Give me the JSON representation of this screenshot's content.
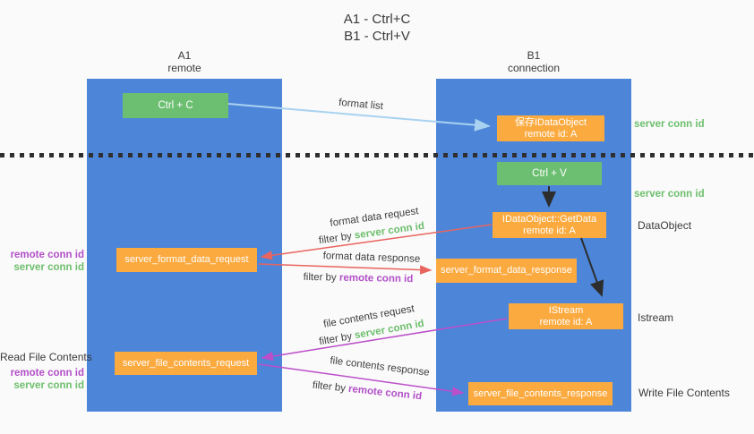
{
  "title": {
    "line1": "A1 - Ctrl+C",
    "line2": "B1 - Ctrl+V"
  },
  "lanes": {
    "left": {
      "title": "A1",
      "subtitle": "remote"
    },
    "right": {
      "title": "B1",
      "subtitle": "connection"
    }
  },
  "nodes": {
    "ctrl_c": {
      "label": "Ctrl + C"
    },
    "ctrl_v": {
      "label": "Ctrl + V"
    },
    "save_dataobject": {
      "line1": "保存IDataObject",
      "line2": "remote id: A"
    },
    "getdata": {
      "line1": "IDataObject::GetData",
      "line2": "remote id: A"
    },
    "istream": {
      "line1": "IStream",
      "line2": "remote id: A"
    },
    "format_request": {
      "label": "server_format_data_request"
    },
    "format_response": {
      "label": "server_format_data_response"
    },
    "file_request": {
      "label": "server_file_contents_request"
    },
    "file_response": {
      "label": "server_file_contents_response"
    }
  },
  "side_labels": {
    "server_conn_id_top": "server conn id",
    "server_conn_id_mid": "server conn id",
    "dataobject": "DataObject",
    "istream": "Istream",
    "write_file_contents": "Write File Contents",
    "read_file_contents": "Read File Contents",
    "left_pair1": {
      "remote": "remote conn id",
      "server": "server conn id"
    },
    "left_pair2": {
      "remote": "remote conn id",
      "server": "server conn id"
    }
  },
  "arrow_labels": {
    "format_list": "format list",
    "format_data_request": "format data request",
    "format_data_request_filter": {
      "prefix": "filter by ",
      "value": "server conn id"
    },
    "format_data_response": "format data response",
    "format_data_response_filter": {
      "prefix": "filter by ",
      "value": "remote conn id"
    },
    "file_contents_request": "file contents request",
    "file_contents_request_filter": {
      "prefix": "filter by ",
      "value": "server conn id"
    },
    "file_contents_response": "file contents response",
    "file_contents_response_filter": {
      "prefix": "filter by ",
      "value": "remote conn id"
    }
  },
  "colors": {
    "background": "#fafafa",
    "lane_blue": "#4d86d9",
    "box_green": "#6cbe71",
    "box_orange": "#fbaa40",
    "conn_id_green": "#6dbf6d",
    "conn_id_purple": "#b24fc8",
    "arrow_light_blue": "#a9d2f0",
    "arrow_red": "#e8645f",
    "arrow_purple": "#bb4ec9",
    "arrow_black": "#2d2d2d",
    "dotted_line": "#2f2f2f"
  }
}
